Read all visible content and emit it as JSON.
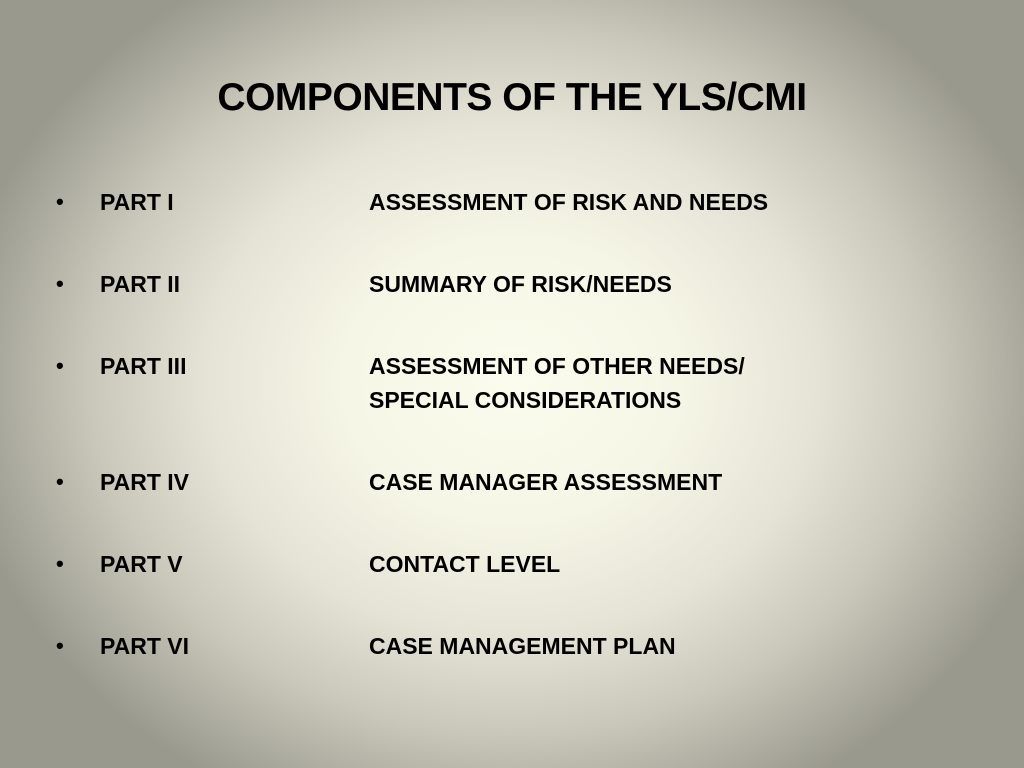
{
  "slide": {
    "title": "COMPONENTS OF THE YLS/CMI",
    "bullet": "•",
    "items": [
      {
        "part": "PART I",
        "description": "ASSESSMENT OF RISK AND NEEDS"
      },
      {
        "part": "PART II",
        "description": "SUMMARY OF RISK/NEEDS"
      },
      {
        "part": "PART III",
        "description": "ASSESSMENT OF OTHER NEEDS/\nSPECIAL CONSIDERATIONS"
      },
      {
        "part": "PART IV",
        "description": "CASE MANAGER ASSESSMENT"
      },
      {
        "part": "PART V",
        "description": "CONTACT LEVEL"
      },
      {
        "part": "PART VI",
        "description": "CASE MANAGEMENT PLAN"
      }
    ]
  }
}
